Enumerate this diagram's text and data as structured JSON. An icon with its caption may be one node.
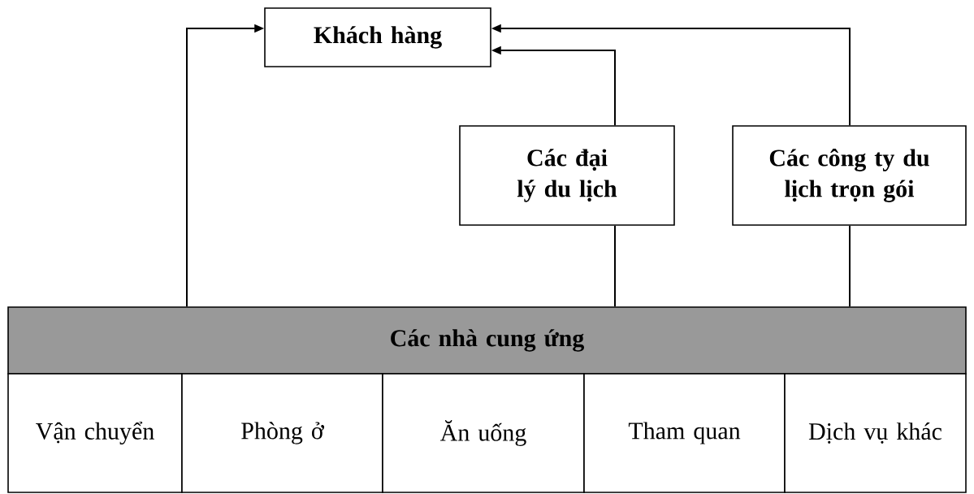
{
  "diagram": {
    "nodes": [
      {
        "text": [
          "Khách hàng"
        ]
      },
      {
        "text": [
          "Các đại lý du lịch"
        ]
      },
      {
        "text": [
          "Các công ty du lịch trọn gói"
        ]
      },
      {
        "text": [
          "Các nhà cung ứng"
        ]
      },
      {
        "text": [
          "Vận chuyển"
        ]
      },
      {
        "text": [
          "Phòng ở"
        ]
      },
      {
        "text": [
          "Ăn uống"
        ]
      },
      {
        "text": [
          "Tham quan"
        ]
      },
      {
        "text": [
          "Dịch vụ khác"
        ]
      }
    ],
    "edges": [
      {
        "from": 3,
        "to": 0,
        "arrow": "to"
      },
      {
        "from": 3,
        "to": 1,
        "arrow": "none"
      },
      {
        "from": 1,
        "to": 0,
        "arrow": "to"
      },
      {
        "from": 3,
        "to": 2,
        "arrow": "none"
      },
      {
        "from": 2,
        "to": 0,
        "arrow": "to"
      }
    ]
  }
}
